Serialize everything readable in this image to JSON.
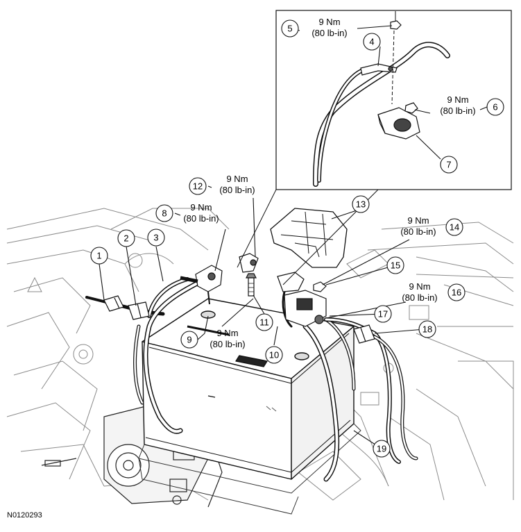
{
  "figure_id": "N0120293",
  "torque": {
    "value": "9 Nm",
    "imperial": "(80 lb-in)"
  },
  "callouts": [
    "1",
    "2",
    "3",
    "4",
    "5",
    "6",
    "7",
    "8",
    "9",
    "10",
    "11",
    "12",
    "13",
    "14",
    "15",
    "16",
    "17",
    "18",
    "19"
  ],
  "colors": {
    "ink": "#000000",
    "background": "#ffffff",
    "wire": "#111111",
    "sketch": "#8a8a8a"
  }
}
